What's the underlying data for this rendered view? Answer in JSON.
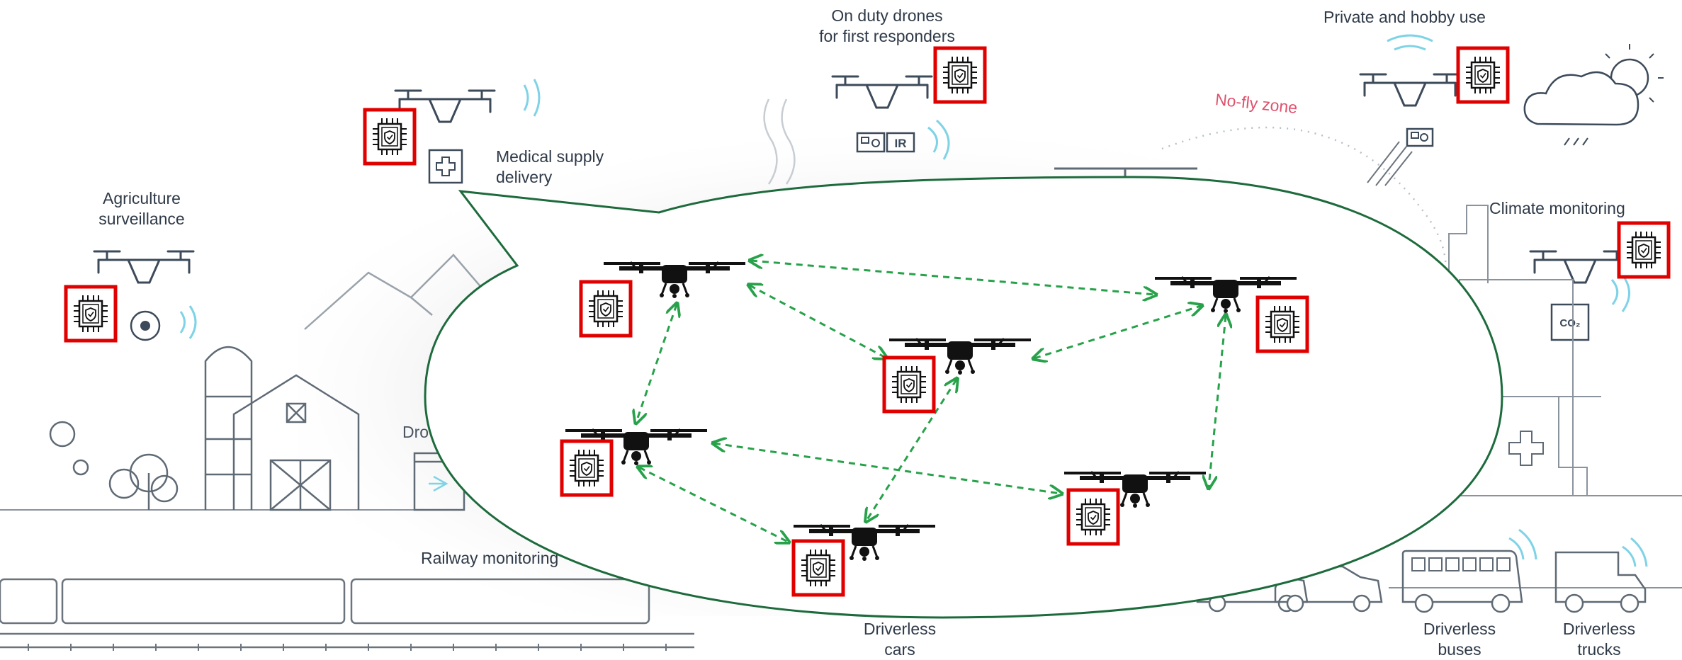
{
  "labels": {
    "on_duty": [
      "On duty drones",
      "for first responders"
    ],
    "private_hobby": "Private and hobby use",
    "no_fly_zone": "No-fly zone",
    "medical_supply": [
      "Medical supply",
      "delivery"
    ],
    "agriculture": [
      "Agriculture",
      "surveillance"
    ],
    "climate_monitoring": "Climate monitoring",
    "railway_monitoring": "Railway monitoring",
    "drone_partial": "Dro",
    "driverless_cars": [
      "Driverless",
      "cars"
    ],
    "driverless_buses": [
      "Driverless",
      "buses"
    ],
    "driverless_trucks": [
      "Driverless",
      "trucks"
    ],
    "payload_ir": "IR",
    "payload_co2": "CO₂"
  },
  "icons": {
    "secure_chip": "chip-shield-icon",
    "drone": "quadcopter-drone-icon",
    "link": "bidirectional-dashed-arrow-icon"
  },
  "colors": {
    "chip_border": "#e00000",
    "link_arrow": "#27a24a",
    "callout_border": "#1d6b3c",
    "signal_waves": "#7fd3e6",
    "no_fly": "#e0516d"
  }
}
